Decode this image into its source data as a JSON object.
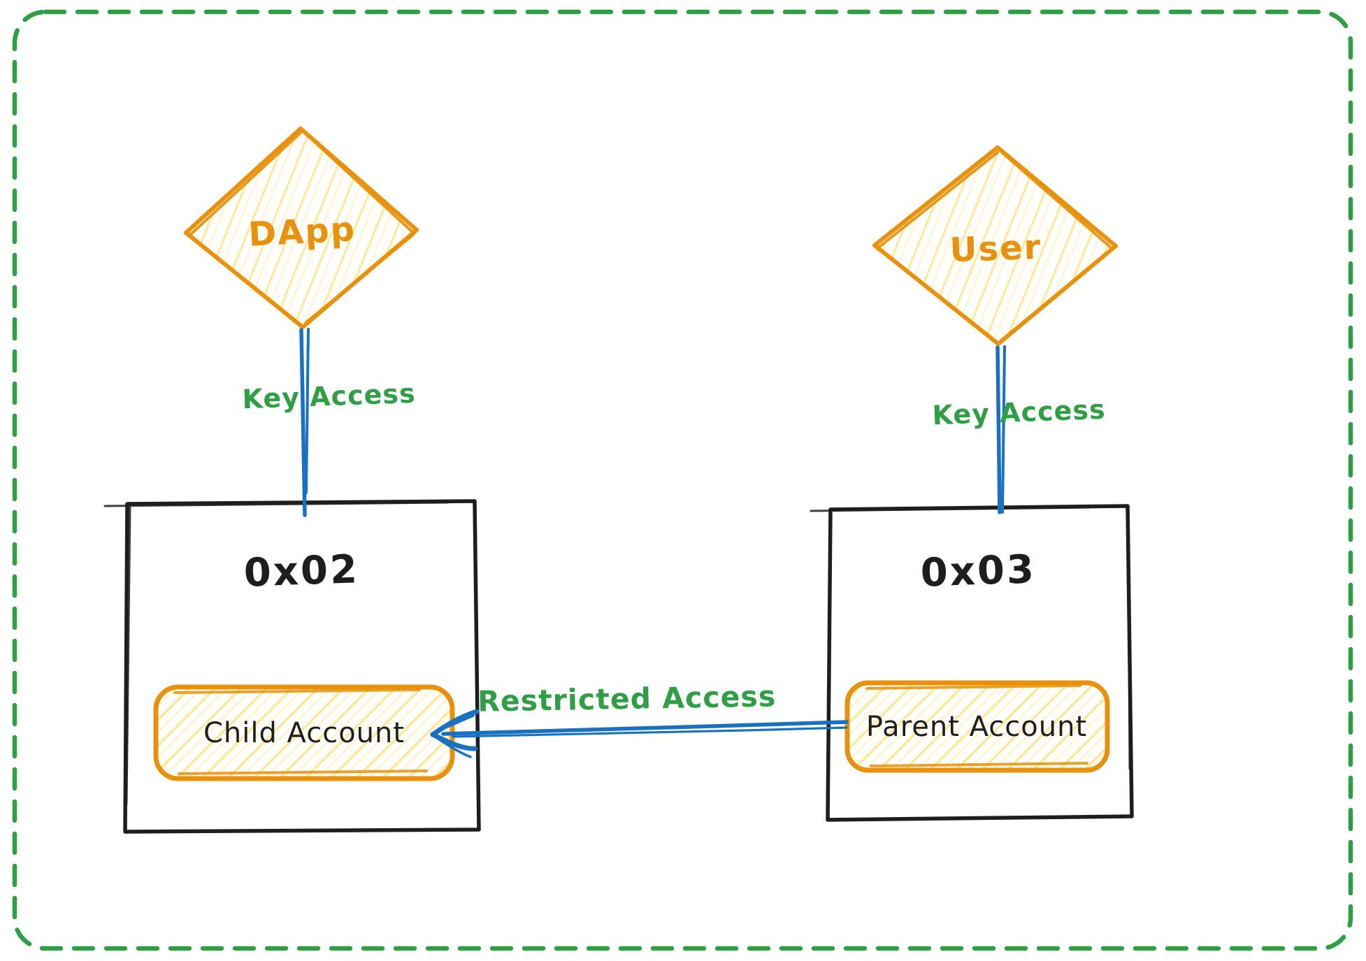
{
  "frame": {
    "border_color": "#2f9e44",
    "style": "dashed-rounded"
  },
  "colors": {
    "ink": "#1e1e1e",
    "orange": "#e8910c",
    "hatch_yellow": "#ffd43b",
    "green": "#2f9e44",
    "blue": "#1971c2"
  },
  "nodes": {
    "dapp": {
      "label": "DApp",
      "shape": "diamond"
    },
    "user": {
      "label": "User",
      "shape": "diamond"
    },
    "child_wallet": {
      "address": "0x02",
      "account": "Child Account"
    },
    "parent_wallet": {
      "address": "0x03",
      "account": "Parent Account"
    }
  },
  "edges": {
    "dapp_key": {
      "label": "Key Access"
    },
    "user_key": {
      "label": "Key Access"
    },
    "restricted": {
      "label": "Restricted Access",
      "direction": "parent-to-child"
    }
  }
}
